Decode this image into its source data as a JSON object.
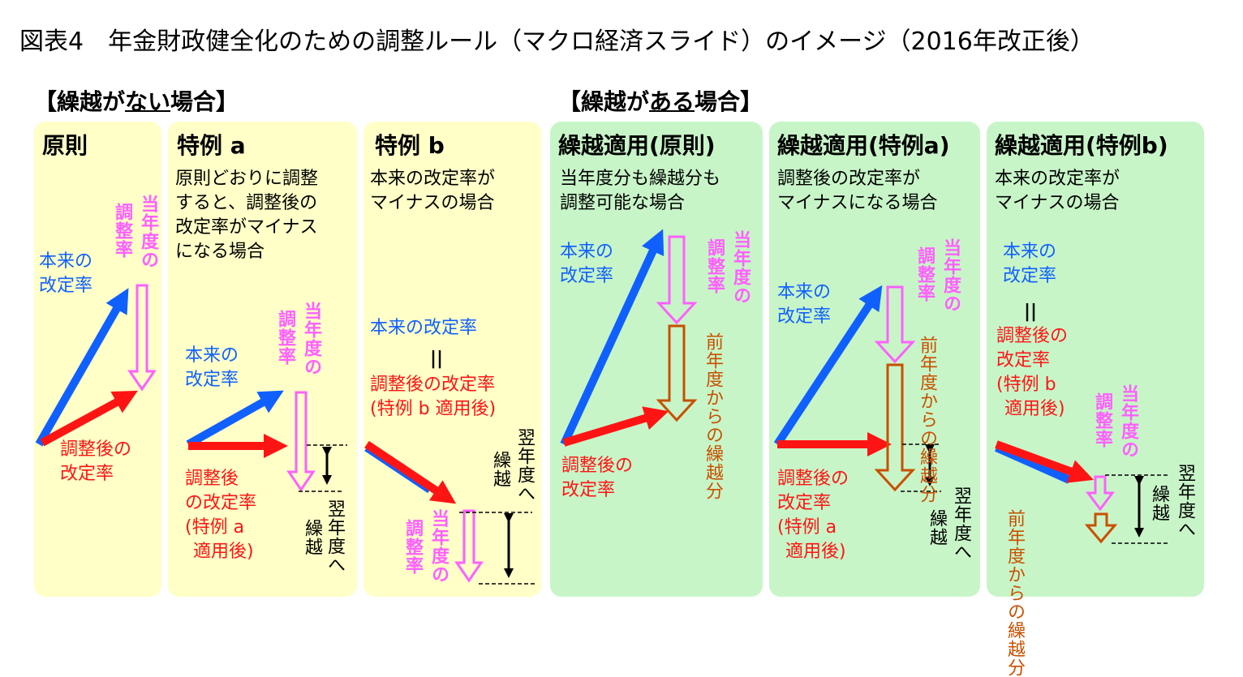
{
  "title": "図表4　年金財政健全化のための調整ルール（マクロ経済スライド）のイメージ（2016年改正後）",
  "sections": {
    "no_carry": {
      "pre": "【繰越が",
      "under": "ない",
      "post": "場合】"
    },
    "carry": {
      "pre": "【繰越が",
      "under": "ある",
      "post": "場合】"
    }
  },
  "panels": [
    {
      "title": "原則",
      "lines": []
    },
    {
      "title": "特例 a",
      "lines": [
        "原則どおりに調整",
        "すると、調整後の",
        "改定率がマイナス",
        "になる場合"
      ]
    },
    {
      "title": "特例 b",
      "lines": [
        "本来の改定率が",
        "マイナスの場合"
      ]
    },
    {
      "title": "繰越適用(原則)",
      "lines": [
        "当年度分も繰越分も",
        "調整可能な場合"
      ]
    },
    {
      "title": "繰越適用(特例a)",
      "lines": [
        "調整後の改定率が",
        "マイナスになる場合"
      ]
    },
    {
      "title": "繰越適用(特例b)",
      "lines": [
        "本来の改定率が",
        "マイナスの場合"
      ]
    }
  ],
  "labels": {
    "original_rate": [
      "本来の",
      "改定率"
    ],
    "original_rate_one_line": "本来の改定率",
    "adjusted_rate": [
      "調整後の",
      "改定率"
    ],
    "equals": "||",
    "adjust_ratio": "調整率",
    "current_year": "当年度の",
    "carry_next": "翌年度へ",
    "carry_word": "繰越",
    "prev_carry": "前年度からの繰越分",
    "adjusted_a": [
      "調整後",
      "の改定率",
      "(特例 a",
      "適用後)"
    ],
    "adjusted_b_panel": [
      "調整後の改定率",
      "(特例 b 適用後)"
    ],
    "adjusted_a_panel5": [
      "調整後の",
      "改定率",
      "(特例 a",
      "適用後)"
    ],
    "adjusted_b_panel6": [
      "調整後の",
      "改定率",
      "(特例 b",
      "適用後)"
    ]
  },
  "colors": {
    "blue": "#1060ff",
    "red": "#ff1414",
    "pink": "#ff60ff",
    "brown": "#c85000",
    "yellow_panel": "#ffffc8",
    "green_panel": "#c8f5c8"
  }
}
